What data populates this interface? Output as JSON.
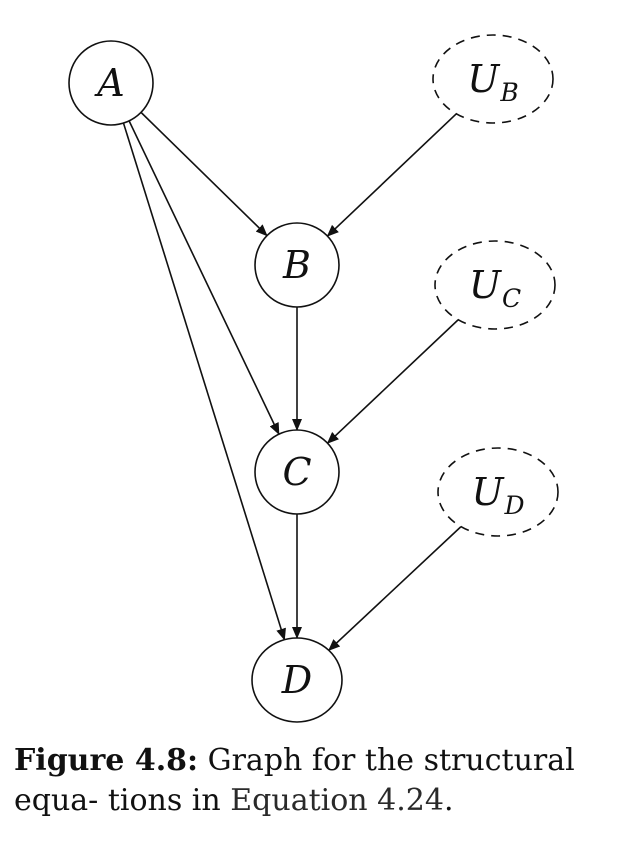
{
  "nodes": {
    "A": {
      "label": "A",
      "sub": "",
      "style": "solid"
    },
    "B": {
      "label": "B",
      "sub": "",
      "style": "solid"
    },
    "C": {
      "label": "C",
      "sub": "",
      "style": "solid"
    },
    "D": {
      "label": "D",
      "sub": "",
      "style": "solid"
    },
    "UB": {
      "label": "U",
      "sub": "B",
      "style": "dashed"
    },
    "UC": {
      "label": "U",
      "sub": "C",
      "style": "dashed"
    },
    "UD": {
      "label": "U",
      "sub": "D",
      "style": "dashed"
    }
  },
  "edges": [
    {
      "from": "A",
      "to": "B"
    },
    {
      "from": "A",
      "to": "C"
    },
    {
      "from": "A",
      "to": "D"
    },
    {
      "from": "UB",
      "to": "B"
    },
    {
      "from": "B",
      "to": "C"
    },
    {
      "from": "UC",
      "to": "C"
    },
    {
      "from": "C",
      "to": "D"
    },
    {
      "from": "UD",
      "to": "D"
    }
  ],
  "caption": {
    "label": "Figure 4.8:",
    "text": " Graph for the structural equa- tions in ",
    "ref": "Equation 4.24",
    "end": "."
  },
  "colors": {
    "stroke": "#111111"
  }
}
